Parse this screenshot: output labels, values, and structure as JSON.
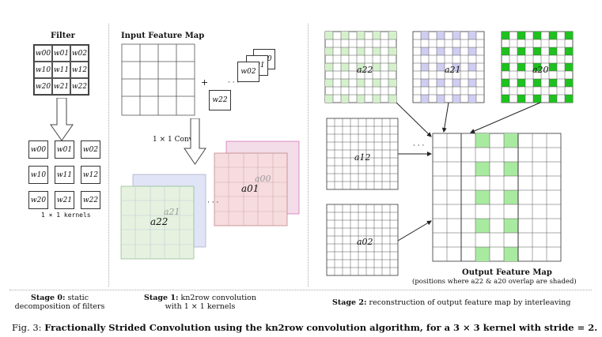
{
  "stage0": {
    "filter_title": "Filter",
    "filter_cells": [
      "w00",
      "w01",
      "w02",
      "w10",
      "w11",
      "w12",
      "w20",
      "w21",
      "w22"
    ],
    "kernels_caption": "1 × 1 kernels",
    "stage_label_bold": "Stage 0:",
    "stage_label_text": "static decomposition of filters"
  },
  "stage1": {
    "ifm_title": "Input Feature Map",
    "plus": "+",
    "dots": "· · ·",
    "stack_labels": [
      "w00",
      "w01",
      "w02",
      "w22"
    ],
    "conv_label": "1 × 1 Conv",
    "out_labels": [
      "a00",
      "a01",
      "a21",
      "a22"
    ],
    "stage_label_bold": "Stage 1:",
    "stage_label_text": "kn2row convolution with 1 × 1 kernels"
  },
  "stage2": {
    "top_grids": [
      {
        "label": "a22",
        "color": "#d5f1cc"
      },
      {
        "label": "a21",
        "color": "#cfcdf2"
      },
      {
        "label": "a20",
        "color": "#1fc11f"
      }
    ],
    "mid_label": "a12",
    "low_label": "a02",
    "dots": "· · ·",
    "ofm_title": "Output Feature Map",
    "ofm_note": "(positions where a22 & a20 overlap are shaded)",
    "shade_color": "#a9eaa1",
    "stage_label_bold": "Stage 2:",
    "stage_label_text": "reconstruction of output feature map by interleaving"
  },
  "caption": {
    "prefix": "Fig. 3:",
    "bold": "Fractionally Strided Convolution using the kn2row convolution algorithm, for a 3 × 3 kernel with stride = 2."
  }
}
